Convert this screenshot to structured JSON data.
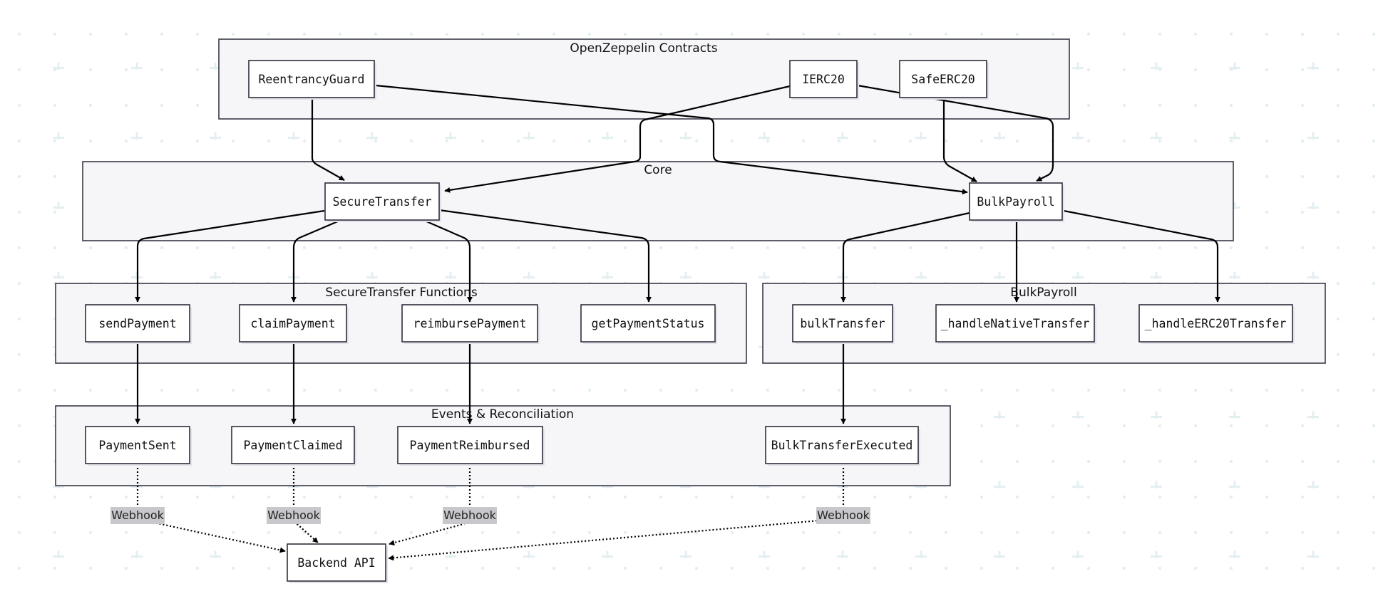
{
  "colors": {
    "background": "#ffffff",
    "grid_pattern": "#e2eef0",
    "group_fill": "#f6f6f9",
    "group_border": "#3a3a48",
    "node_fill": "#ffffff",
    "node_border": "#2f2f3c",
    "edge": "#000000",
    "webhook_label_bg": "#c8c8cc"
  },
  "groups": {
    "openzeppelin": {
      "title": "OpenZeppelin Contracts"
    },
    "core": {
      "title": "Core"
    },
    "securetransfer_functions": {
      "title": "SecureTransfer Functions"
    },
    "bulkpayroll": {
      "title": "BulkPayroll"
    },
    "events": {
      "title": "Events & Reconciliation"
    }
  },
  "nodes": {
    "reentrancyguard": {
      "label": "ReentrancyGuard"
    },
    "ierc20": {
      "label": "IERC20"
    },
    "safeerc20": {
      "label": "SafeERC20"
    },
    "securetransfer": {
      "label": "SecureTransfer"
    },
    "bulkpayroll": {
      "label": "BulkPayroll"
    },
    "sendpayment": {
      "label": "sendPayment"
    },
    "claimpayment": {
      "label": "claimPayment"
    },
    "reimbursepayment": {
      "label": "reimbursePayment"
    },
    "getpaymentstatus": {
      "label": "getPaymentStatus"
    },
    "bulktransfer": {
      "label": "bulkTransfer"
    },
    "handlenativetransfer": {
      "label": "_handleNativeTransfer"
    },
    "handleerc20transfer": {
      "label": "_handleERC20Transfer"
    },
    "paymentsent": {
      "label": "PaymentSent"
    },
    "paymentclaimed": {
      "label": "PaymentClaimed"
    },
    "paymentreimbursed": {
      "label": "PaymentReimbursed"
    },
    "bulktransferexecuted": {
      "label": "BulkTransferExecuted"
    },
    "backendapi": {
      "label": "Backend API"
    }
  },
  "edge_labels": {
    "webhook_1": "Webhook",
    "webhook_2": "Webhook",
    "webhook_3": "Webhook",
    "webhook_4": "Webhook"
  }
}
